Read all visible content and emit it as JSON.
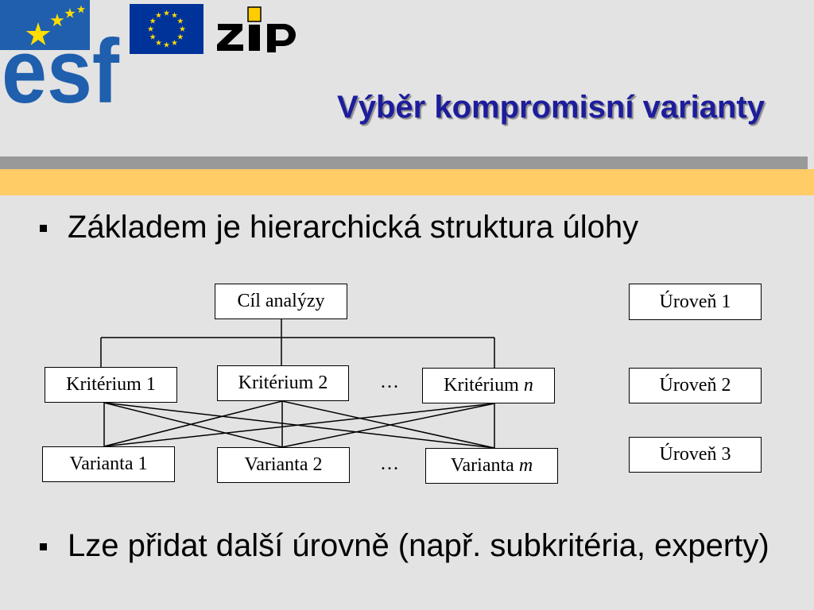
{
  "slide": {
    "title": "Výběr kompromisní varianty",
    "bullets": [
      "Základem je hierarchická struktura úlohy",
      "Lze přidat další úrovně (např. subkritéria, experty)"
    ]
  },
  "logos": {
    "esf": "esf",
    "eu_flag": "eu-flag",
    "zip": "zip"
  },
  "icons": {
    "bullet": "square-bullet-icon",
    "stars": "star-icon"
  },
  "diagram": {
    "goal": "Cíl analýzy",
    "criteria": [
      {
        "label": "Kritérium 1"
      },
      {
        "label": "Kritérium 2"
      },
      {
        "label": "Kritérium",
        "var": "n"
      }
    ],
    "variants": [
      {
        "label": "Varianta 1"
      },
      {
        "label": "Varianta 2"
      },
      {
        "label": "Varianta",
        "var": "m"
      }
    ],
    "ellipsis": "…",
    "levels": [
      "Úroveň 1",
      "Úroveň 2",
      "Úroveň 3"
    ]
  },
  "colors": {
    "background": "#e3e3e3",
    "title": "#1d1d9c",
    "band_gray": "#999999",
    "band_yellow": "#ffcc66",
    "esf_blue": "#1f5fad",
    "eu_blue": "#003399",
    "star_yellow": "#ffdd00",
    "zip_yellow": "#ffcc00"
  }
}
